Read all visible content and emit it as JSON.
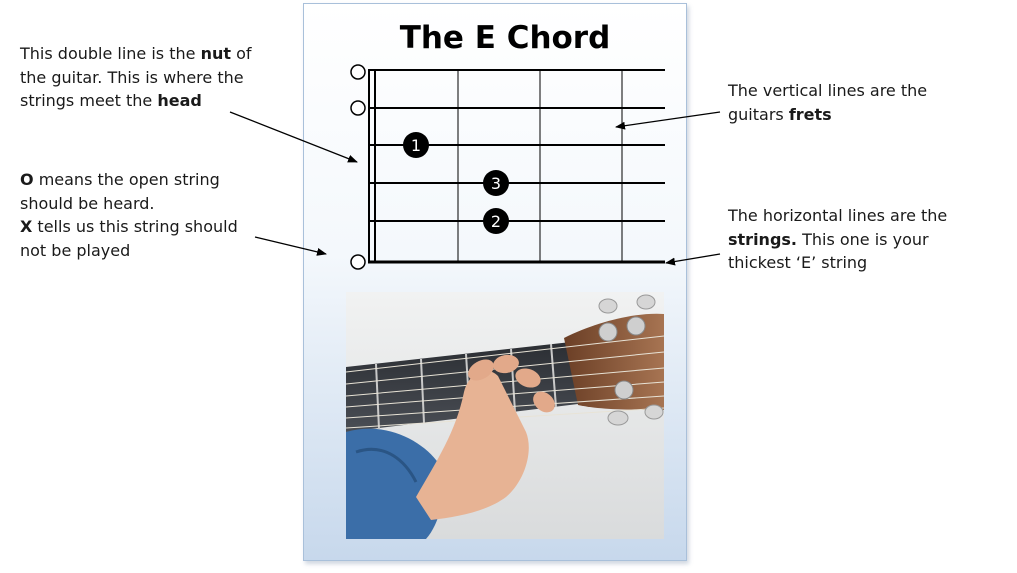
{
  "title": "The E Chord",
  "annotations": {
    "nut": {
      "t1": "This double line is the ",
      "b1": "nut",
      "t2": " of the guitar. This is where the strings meet the ",
      "b2": "head"
    },
    "open": {
      "b1": "O",
      "t1": " means the open string should be heard.",
      "b2": "X",
      "t2": " tells us this string should not be played"
    },
    "frets": {
      "t1": "The vertical lines are the guitars ",
      "b1": "frets"
    },
    "strings": {
      "t1": "The horizontal lines are the ",
      "b1": "strings.",
      "t2": " This one is your thickest ‘E’ string"
    }
  },
  "chord": {
    "open_markers": [
      "O",
      "O",
      "O"
    ],
    "fingers": [
      {
        "label": "1",
        "string": 3,
        "fret": 1
      },
      {
        "label": "3",
        "string": 4,
        "fret": 2
      },
      {
        "label": "2",
        "string": 5,
        "fret": 2
      }
    ]
  },
  "colors": {
    "card_border": "#a9c0da",
    "finger_dot": "#000000",
    "neck": "#3b3f46",
    "headstock": "#8a5a3c",
    "sleeve": "#3b6ea8",
    "skin": "#e7b394"
  }
}
